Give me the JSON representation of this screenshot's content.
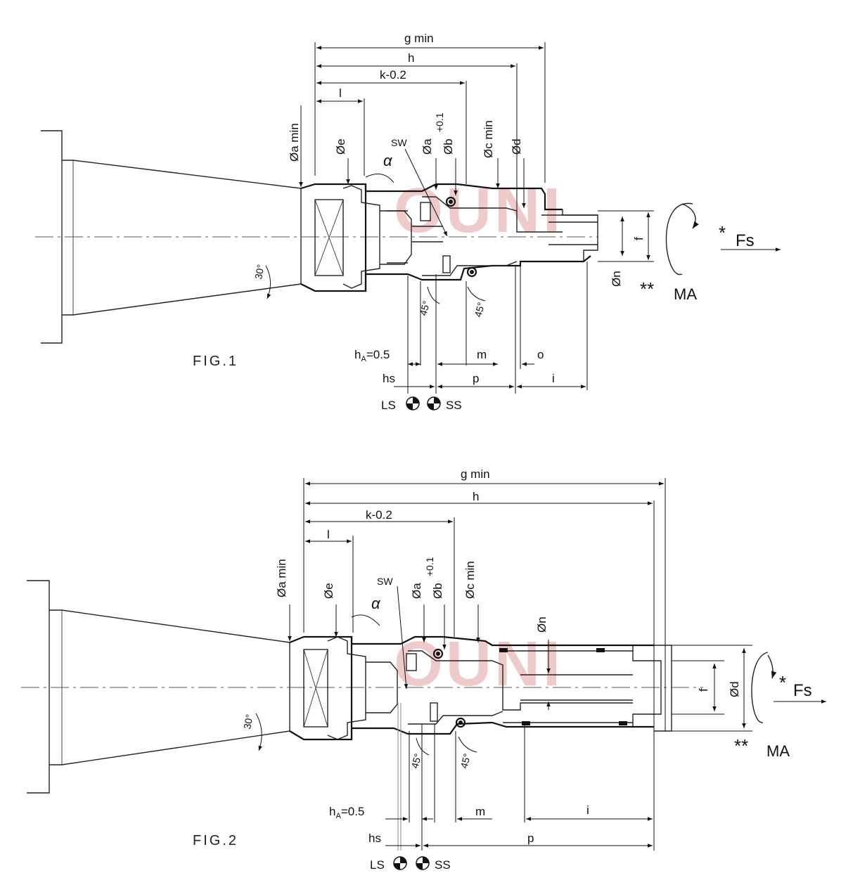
{
  "figures": [
    {
      "caption": "FIG.1",
      "dims": {
        "g": "g min",
        "h": "h",
        "k": "k-0.2",
        "l": "l",
        "a_min": "Øa min",
        "e": "Øe",
        "sw": "SW",
        "a": "Øa",
        "b": "Øb",
        "b_tol": "+0.1",
        "c_min": "Øc min",
        "d": "Ød",
        "alpha": "α",
        "angle30": "30°",
        "ang45_left": "45°",
        "ang45_right": "45°",
        "ha": "h",
        "ha_sub": "A",
        "ha_val": "=0.5",
        "m": "m",
        "o": "o",
        "hs": "hs",
        "p": "p",
        "i": "i",
        "f": "f",
        "n": "Øn",
        "ls": "LS",
        "ss": "SS",
        "fs_star": "*",
        "fs": "Fs",
        "ma_star": "**",
        "ma": "MA"
      }
    },
    {
      "caption": "FIG.2",
      "dims": {
        "g": "g min",
        "h": "h",
        "k": "k-0.2",
        "l": "l",
        "a_min": "Øa min",
        "e": "Øe",
        "sw": "SW",
        "a": "Øa",
        "b": "Øb",
        "b_tol": "+0.1",
        "c_min": "Øc min",
        "n": "Øn",
        "alpha": "α",
        "angle30": "30°",
        "ang45_left": "45°",
        "ang45_right": "45°",
        "ha": "h",
        "ha_sub": "A",
        "ha_val": "=0.5",
        "m": "m",
        "i": "i",
        "hs": "hs",
        "p": "p",
        "f": "f",
        "d": "Ød",
        "ls": "LS",
        "ss": "SS",
        "fs_star": "*",
        "fs": "Fs",
        "ma_star": "**",
        "ma": "MA"
      }
    }
  ],
  "watermark": "OUNI",
  "colors": {
    "line": "#222222",
    "watermark": "#e2a0a0"
  }
}
